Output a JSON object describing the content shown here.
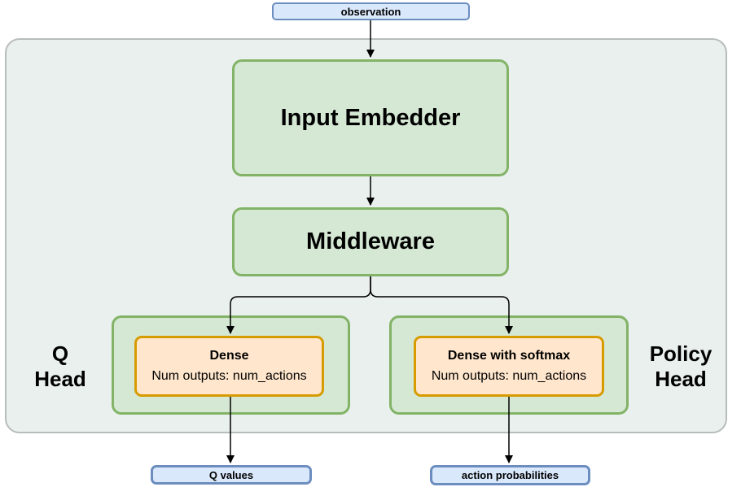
{
  "nodes": {
    "observation": {
      "label": "observation"
    },
    "input_embedder": {
      "label": "Input Embedder"
    },
    "middleware": {
      "label": "Middleware"
    },
    "q_head": {
      "title_line1": "Q",
      "title_line2": "Head",
      "dense": {
        "title": "Dense",
        "subtitle": "Num outputs: num_actions"
      },
      "output": {
        "label": "Q values"
      }
    },
    "policy_head": {
      "title_line1": "Policy",
      "title_line2": "Head",
      "dense": {
        "title": "Dense with softmax",
        "subtitle": "Num outputs: num_actions"
      },
      "output": {
        "label": "action probabilities"
      }
    }
  },
  "colors": {
    "io_fill": "#dae8fc",
    "io_stroke": "#6c8ebf",
    "block_fill": "#d5e8d4",
    "block_stroke": "#82b366",
    "dense_fill": "#ffe6cc",
    "dense_stroke": "#d79b00",
    "container_fill": "#e9f0ee",
    "container_stroke": "#b7bcbc",
    "arrow": "#000000"
  }
}
